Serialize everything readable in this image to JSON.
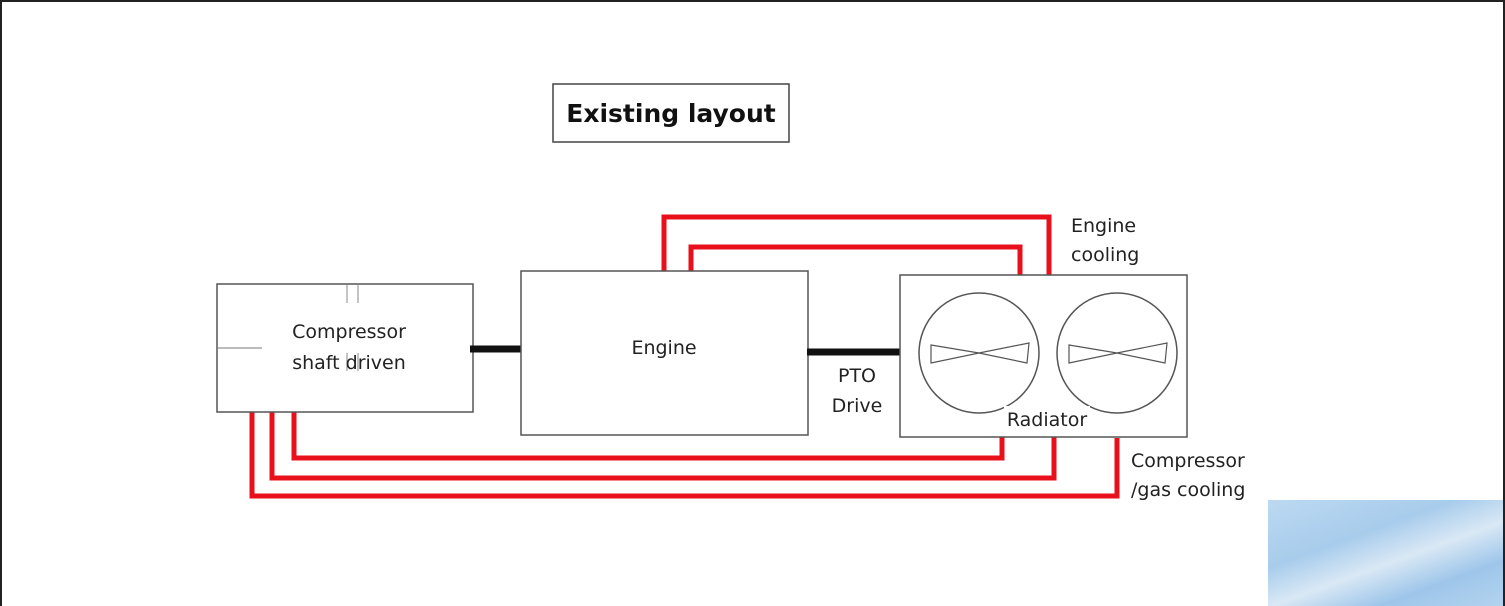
{
  "title": "Existing layout",
  "compressor": {
    "line1": "Compressor",
    "line2": "shaft driven"
  },
  "engine": {
    "label": "Engine"
  },
  "pto": {
    "line1": "PTO",
    "line2": "Drive"
  },
  "radiator": {
    "label": "Radiator"
  },
  "engine_cooling": {
    "line1": "Engine",
    "line2": "cooling"
  },
  "compressor_cooling": {
    "line1": "Compressor",
    "line2": "/gas cooling"
  },
  "colors": {
    "pipe": "#e8101a",
    "outline": "#555555",
    "shaft": "#111111"
  }
}
